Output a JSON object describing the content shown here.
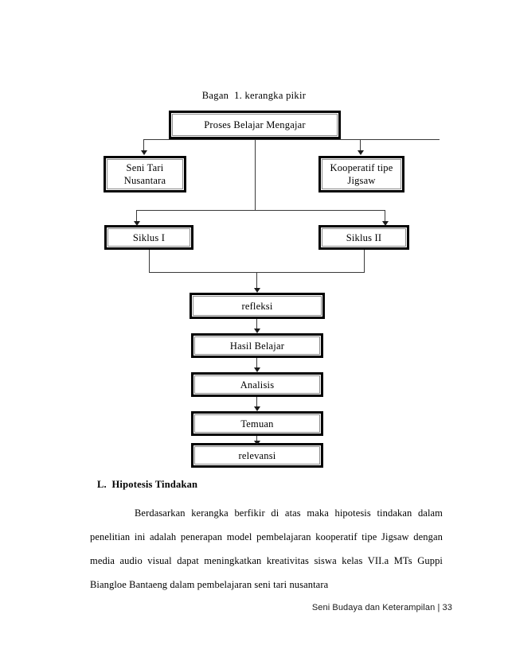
{
  "document": {
    "page_number": "33",
    "footer_text": "Seni Budaya dan Keterampilan | 33"
  },
  "diagram": {
    "caption": "Bagan  1. kerangka pikir",
    "nodes": {
      "root": "Proses Belajar Mengajar",
      "left_branch": "Seni Tari\nNusantara",
      "left_branch_line1": "Seni Tari",
      "left_branch_line2": "Nusantara",
      "right_branch_line1": "Kooperatif tipe",
      "right_branch_line2": "Jigsaw",
      "cycle_left": "Siklus I",
      "cycle_right": "Siklus II",
      "step_1": "refleksi",
      "step_2": "Hasil Belajar",
      "step_3": "Analisis",
      "step_4": "Temuan",
      "step_5": "relevansi"
    }
  },
  "section": {
    "heading": "L.  Hipotesis Tindakan",
    "paragraph": "Berdasarkan kerangka berfikir di atas maka hipotesis tindakan dalam penelitian ini adalah penerapan model pembelajaran kooperatif tipe Jigsaw dengan media audio visual dapat meningkatkan kreativitas siswa kelas VII.a MTs Guppi Biangloe Bantaeng dalam pembelajaran seni tari nusantara"
  }
}
